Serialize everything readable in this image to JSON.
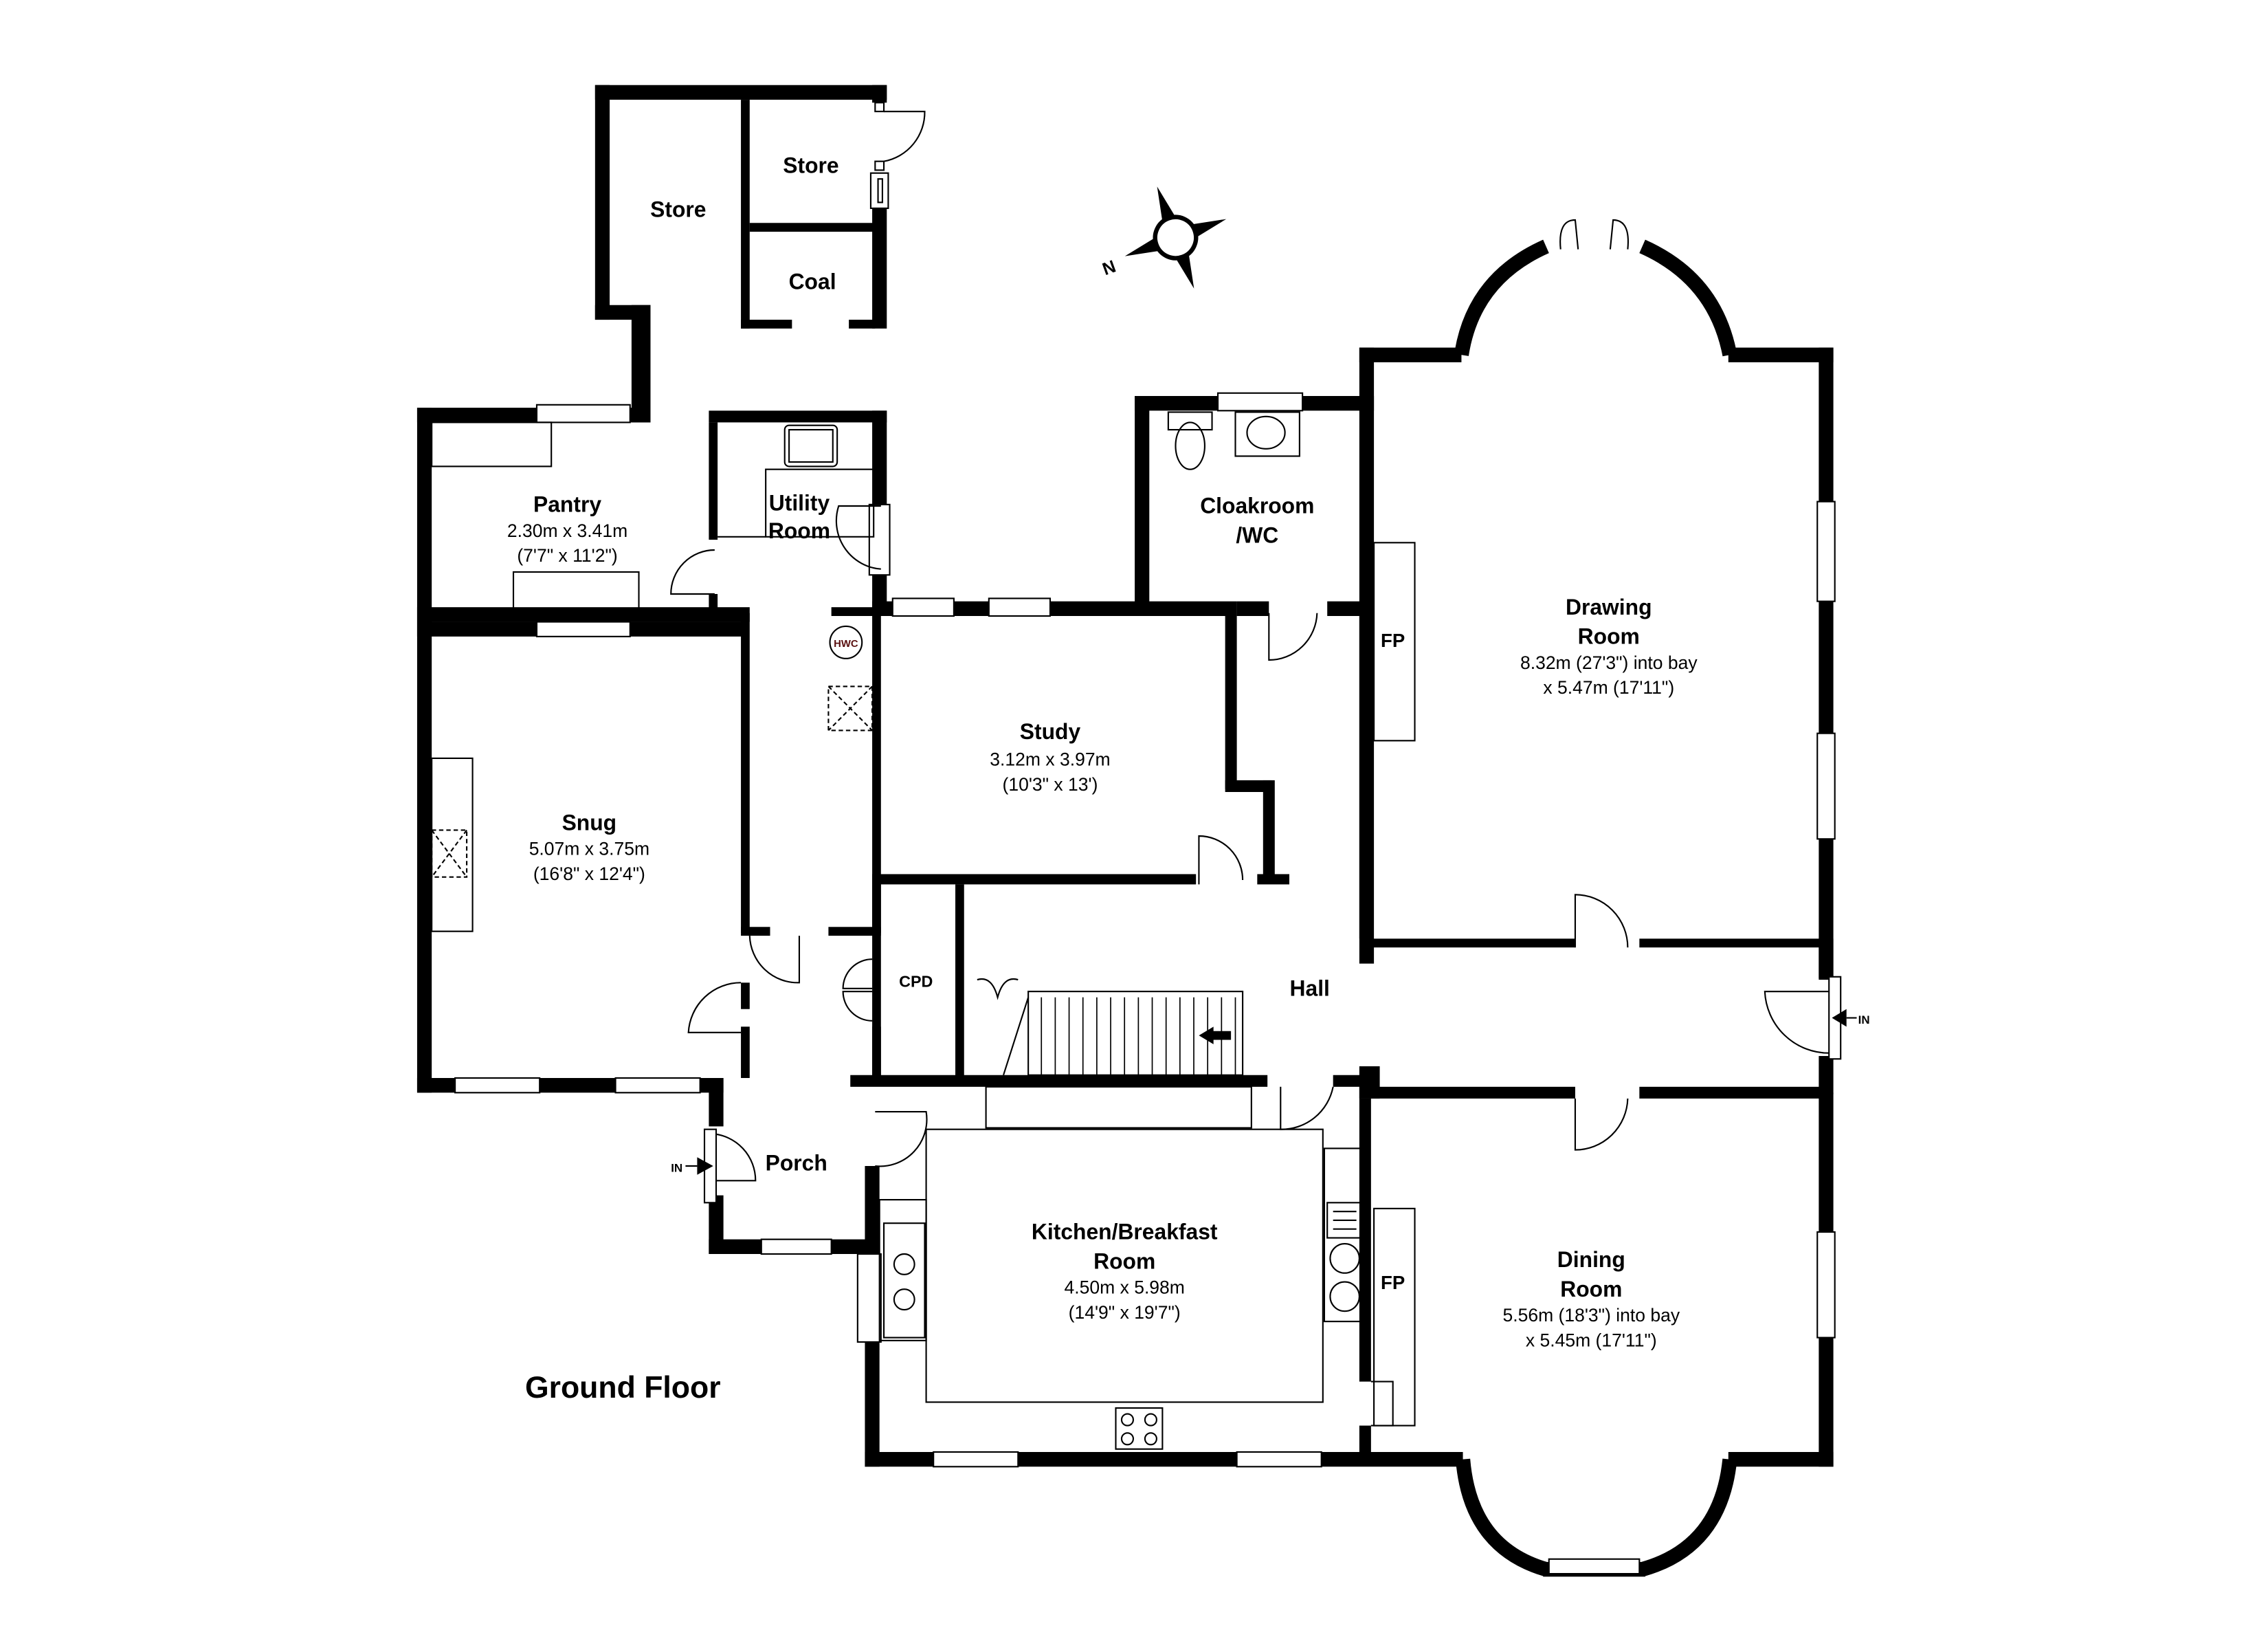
{
  "plan": {
    "title": "Ground Floor",
    "compass": {
      "label": "N",
      "icon": "compass-rose-icon"
    },
    "entrances": [
      {
        "id": "porch-entrance",
        "label": "IN"
      },
      {
        "id": "hall-entrance",
        "label": "IN"
      }
    ],
    "rooms": {
      "store_large": {
        "name": "Store"
      },
      "store_small": {
        "name": "Store"
      },
      "coal": {
        "name": "Coal"
      },
      "pantry": {
        "name": "Pantry",
        "dim_metric": "2.30m x 3.41m",
        "dim_imperial": "(7'7\" x 11'2\")"
      },
      "utility": {
        "name_line1": "Utility",
        "name_line2": "Room"
      },
      "cloakroom": {
        "name_line1": "Cloakroom",
        "name_line2": "/WC"
      },
      "drawing": {
        "name_line1": "Drawing",
        "name_line2": "Room",
        "dim_line1": "8.32m (27'3\") into bay",
        "dim_line2": "x 5.47m (17'11\")",
        "fireplace": "FP"
      },
      "study": {
        "name": "Study",
        "dim_metric": "3.12m x 3.97m",
        "dim_imperial": "(10'3\" x 13')"
      },
      "snug": {
        "name": "Snug",
        "dim_metric": "5.07m x 3.75m",
        "dim_imperial": "(16'8\" x 12'4\")"
      },
      "cpd": {
        "name": "CPD"
      },
      "hall": {
        "name": "Hall"
      },
      "porch": {
        "name": "Porch"
      },
      "kitchen": {
        "name_line1": "Kitchen/Breakfast",
        "name_line2": "Room",
        "dim_metric": "4.50m x 5.98m",
        "dim_imperial": "(14'9\" x 19'7\")"
      },
      "dining": {
        "name_line1": "Dining",
        "name_line2": "Room",
        "dim_line1": "5.56m (18'3\") into bay",
        "dim_line2": "x 5.45m (17'11\")",
        "fireplace": "FP"
      }
    },
    "fixtures": {
      "hot_water_cylinder": "HWC"
    },
    "colors": {
      "wall": "#000000",
      "background": "#ffffff",
      "hwc_text": "#5a1010"
    }
  }
}
